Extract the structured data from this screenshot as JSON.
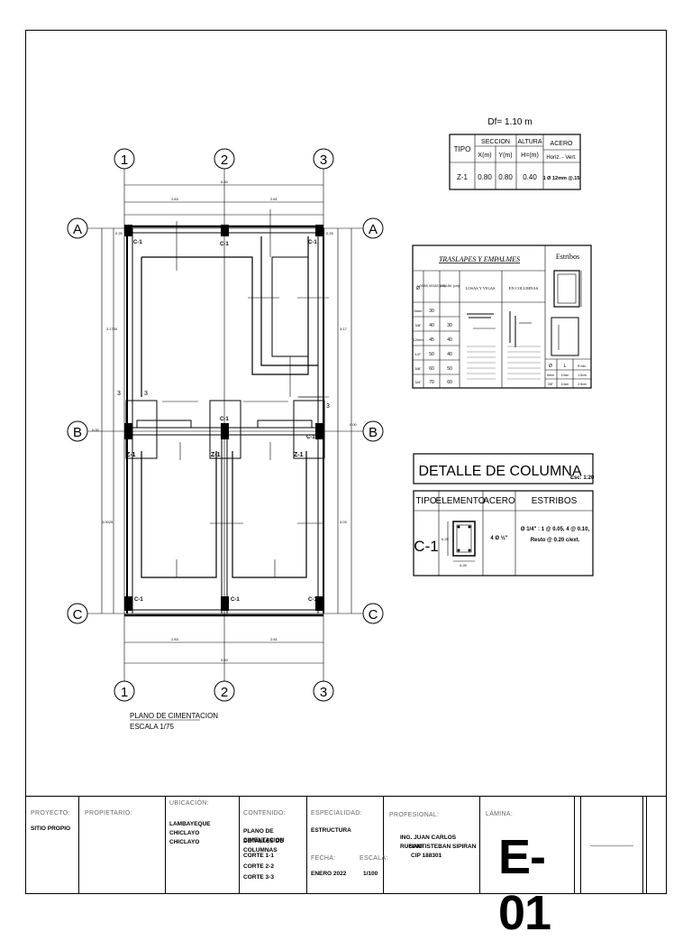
{
  "plan": {
    "axes_top": [
      "1",
      "2",
      "3"
    ],
    "axes_bottom": [
      "1",
      "2",
      "3"
    ],
    "axes_left": [
      "A",
      "B",
      "C"
    ],
    "axes_right": [
      "A",
      "B",
      "C"
    ],
    "title": "PLANO DE CIMENTACION",
    "scale": "ESCALA 1/75",
    "col_label": "C-1",
    "zap_label": "Z-1",
    "dim_top_total": "5.60",
    "dim_top_a": "2.83",
    "dim_top_b": "2.81",
    "dim_bottom_total": "5.60",
    "dim_bottom_a": "2.83",
    "dim_bottom_b": "2.81",
    "dim_left_a": "3.1700",
    "dim_left_b": "3.0025",
    "dim_right_a": "3.17",
    "dim_right_b": "3.03",
    "dim_025": "0.25",
    "dim_b_left": "0.00",
    "dim_b_right": "0.00",
    "cut_label": "3"
  },
  "footing_table": {
    "df": "Df= 1.10 m",
    "h_tipo": "TIPO",
    "h_seccion": "SECCION",
    "h_x": "X(m)",
    "h_y": "Y(m)",
    "h_altura": "ALTURA",
    "h_h": "H=(m)",
    "h_acero": "ACERO",
    "h_horiz": "Horiz. - Vert.",
    "row": {
      "tipo": "Z-1",
      "x": "0.80",
      "y": "0.80",
      "h": "0.40",
      "acero": "1 Ø 12mm @.15"
    }
  },
  "traslapes": {
    "title": "TRASLAPES Y EMPALMES",
    "estribos": "Estribos",
    "h_diam": "Ø",
    "h_losas": "LOSAS VIGAS (cm)",
    "h_colum": "COLUM. (cm)",
    "h_losas_vigas": "LOSAS Y VIGAS",
    "h_en_columnas": "EN COLUMNAS",
    "rows": [
      {
        "d": "6mm",
        "l": "30",
        "c": ""
      },
      {
        "d": "3/8\"",
        "l": "40",
        "c": "30"
      },
      {
        "d": "12mm",
        "l": "45",
        "l2": "40"
      },
      {
        "d": "1/2\"",
        "l": "50",
        "c": "40"
      },
      {
        "d": "5/8\"",
        "l": "60",
        "c": "50"
      },
      {
        "d": "3/4\"",
        "l": "70",
        "c": "60"
      }
    ],
    "est_h_d": "Ø",
    "est_h_l": "L",
    "est_h_r": "R min.",
    "est_rows": [
      {
        "d": "6mm",
        "l": "10cm",
        "r": "1.5cm"
      },
      {
        "d": "3/8\"",
        "l": "10cm",
        "r": "2.5cm"
      }
    ]
  },
  "detalle": {
    "title": "DETALLE DE COLUMNA",
    "esc": "Esc: 1:20",
    "h_tipo": "TIPO",
    "h_elemento": "ELEMENTO",
    "h_acero": "ACERO",
    "h_estribos": "ESTRIBOS",
    "tipo": "C-1",
    "dim_a": "0.25",
    "dim_b": "0.25",
    "acero": "4 Ø ½\"",
    "estribos_1": "Ø 1/4\" : 1 @ 0.05, 4 @ 0.10,",
    "estribos_2": "Resto @ 0.20 c/ext."
  },
  "title_block": {
    "proyecto_label": "PROYECTO:",
    "proyecto": "SITIO PROPIO",
    "propietario_label": "PROPIETARIO:",
    "ubicacion_label": "UBICACIÓN:",
    "ubicacion_1": "LAMBAYEQUE",
    "ubicacion_2": "CHICLAYO",
    "ubicacion_3": "CHICLAYO",
    "contenido_label": "CONTENIDO:",
    "contenido_1": "PLANO DE CIMENTACION",
    "contenido_2": "DETALLES DE COLUMNAS",
    "contenido_3": "CORTE 1-1",
    "contenido_4": "CORTE 2-2",
    "contenido_5": "CORTE 3-3",
    "especialidad_label": "ESPECIALIDAD:",
    "especialidad": "ESTRUCTURA",
    "fecha_label": "FECHA:",
    "fecha": "ENERO 2022",
    "escala_label": "ESCALA:",
    "escala": "1/100",
    "profesional_label": "PROFESIONAL:",
    "profesional_1": "ING. JUAN CARLOS RUFINO",
    "profesional_2": "SANTISTEBAN SIPIRAN",
    "profesional_3": "CIP 188301",
    "lamina_label": "LÁMINA:",
    "lamina": "E-01"
  }
}
